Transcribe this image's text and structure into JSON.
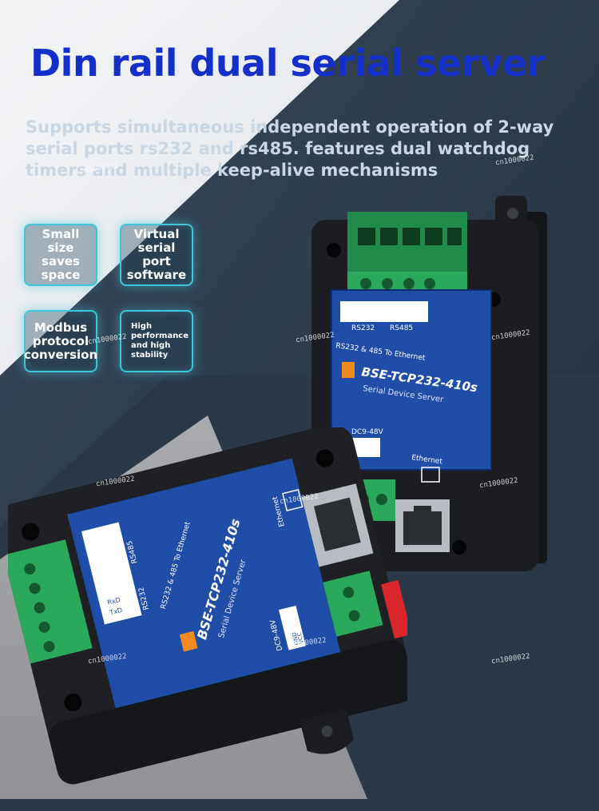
{
  "header": {
    "title": "Din rail dual serial server",
    "subtitle": "Supports simultaneous independent operation of 2-way serial ports rs232 and rs485. features dual watchdog timers and multiple keep-alive mechanisms"
  },
  "features": [
    {
      "label": "Small size saves space"
    },
    {
      "label": "Virtual serial port software"
    },
    {
      "label": "Modbus protocol conversion"
    },
    {
      "label": "High performance and high stability"
    }
  ],
  "device_top": {
    "model": "BSE-TCP232-410s",
    "type": "Serial Device Server",
    "interface": "RS232 & 485 To Ethernet",
    "port_rs232": "RS232",
    "port_rs485": "RS485",
    "power": "DC9-48V",
    "ethernet": "Ethernet"
  },
  "device_bottom": {
    "model": "BSE-TCP232-410s",
    "type": "Serial Device Server",
    "interface": "RS232 & 485 To Ethernet",
    "port_rs232": "RS232",
    "port_rs485": "RS485",
    "pin_txd": "TxD",
    "pin_rxd": "RxD",
    "power": "DC9-48V",
    "pin_gnd": "GND",
    "pin_vcc": "VCC",
    "ethernet": "Ethernet"
  },
  "watermark": "cn1000022"
}
